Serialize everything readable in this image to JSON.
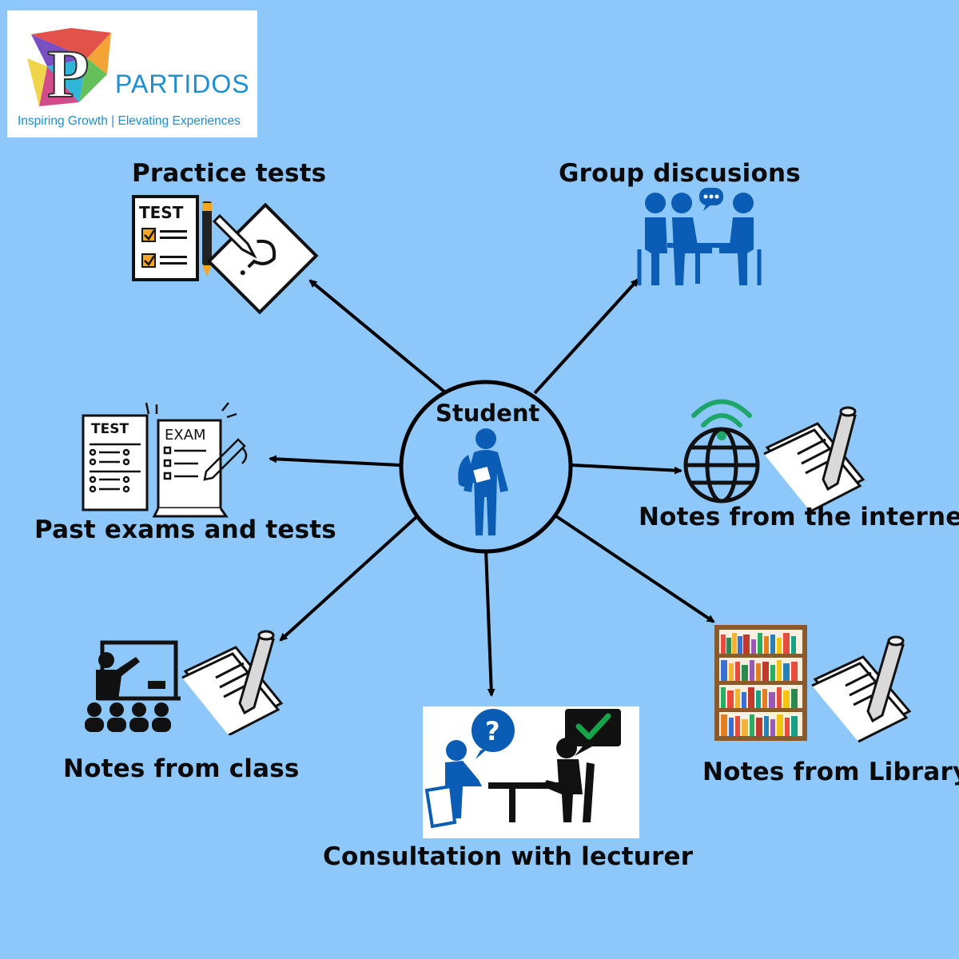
{
  "logo": {
    "brand": "PARTIDOS",
    "tagline": "Inspiring Growth | Elevating Experiences",
    "monogram": "P"
  },
  "center": {
    "label": "Student",
    "icon": "student-icon"
  },
  "nodes": {
    "practice_tests": {
      "label": "Practice tests",
      "icon": "test-paper-icon",
      "icon_text": "TEST"
    },
    "group_discussions": {
      "label": "Group discusions",
      "icon": "group-meeting-icon"
    },
    "past_exams": {
      "label": "Past exams and tests",
      "icon": "exam-papers-icon",
      "icon_text_1": "TEST",
      "icon_text_2": "EXAM"
    },
    "notes_internet": {
      "label": "Notes from the internet",
      "icon": "globe-wifi-notepad-icon"
    },
    "notes_class": {
      "label": "Notes from class",
      "icon": "classroom-notepad-icon"
    },
    "consultation": {
      "label": "Consultation with lecturer",
      "icon": "lecturer-consultation-icon"
    },
    "notes_library": {
      "label": "Notes from Library",
      "icon": "bookshelf-notepad-icon"
    }
  },
  "colors": {
    "background": "#8ec8fb",
    "accent_blue": "#0b5cb5",
    "text": "#0a0a0a",
    "brand_blue": "#1a8fd6"
  }
}
